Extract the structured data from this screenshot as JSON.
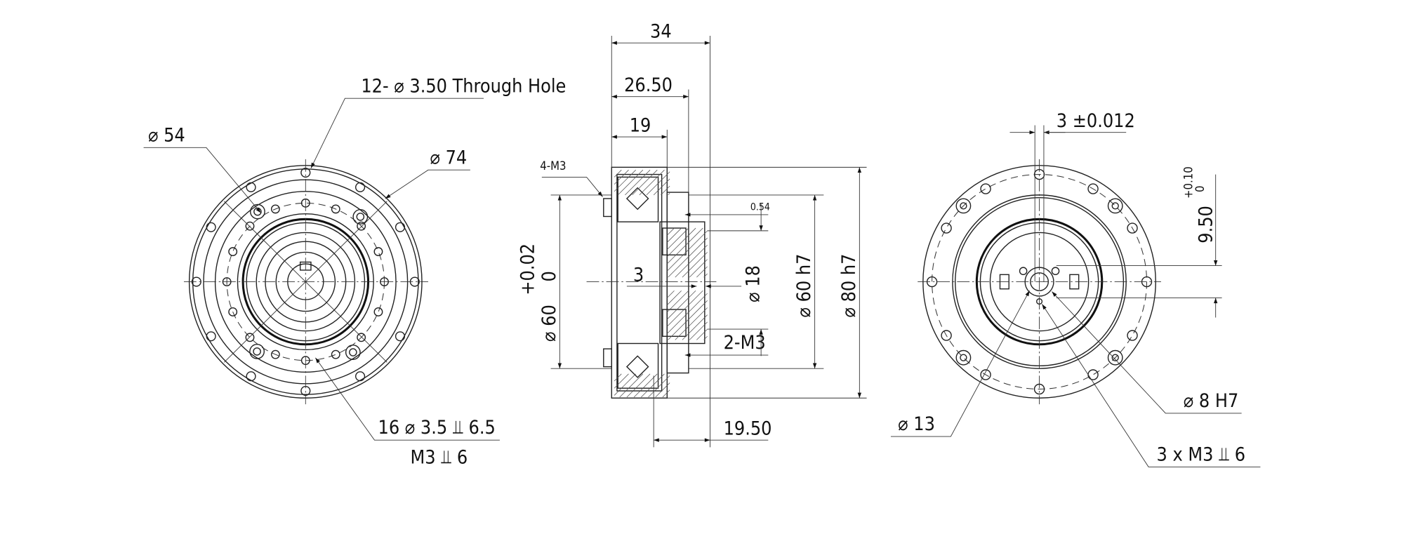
{
  "front_view": {
    "through_hole_label": "12- ⌀ 3.50 Through Hole",
    "dia54_label": "⌀ 54",
    "dia74_label": "⌀ 74",
    "tapped_holes_label": "16 ⌀ 3.5 ⫫ 6.5",
    "tapped_holes_label2": "M3 ⫫ 6"
  },
  "side_view": {
    "dim_34": "34",
    "dim_26_50": "26.50",
    "dim_19": "19",
    "label_4m3": "4-M3",
    "dim_0_54": "0.54",
    "dim_3": "3",
    "dia18": "⌀ 18",
    "dia60h7": "⌀ 60 h7",
    "dia80h7": "⌀ 80 h7",
    "label_2m3": "2-M3",
    "dim_19_50": "19.50",
    "dia60_tol": "⌀ 60",
    "tol_upper": "+0.02",
    "tol_lower": "0"
  },
  "rear_view": {
    "dim_3_tol": "3 ±0.012",
    "dim_9_50": "9.50",
    "tol_upper": "+0.10",
    "tol_lower": "0",
    "dia8h7": "⌀ 8 H7",
    "dia13": "⌀ 13",
    "tapped_label": "3 x M3 ⫫ 6"
  },
  "colors": {
    "line": "#222222",
    "background": "#ffffff"
  }
}
